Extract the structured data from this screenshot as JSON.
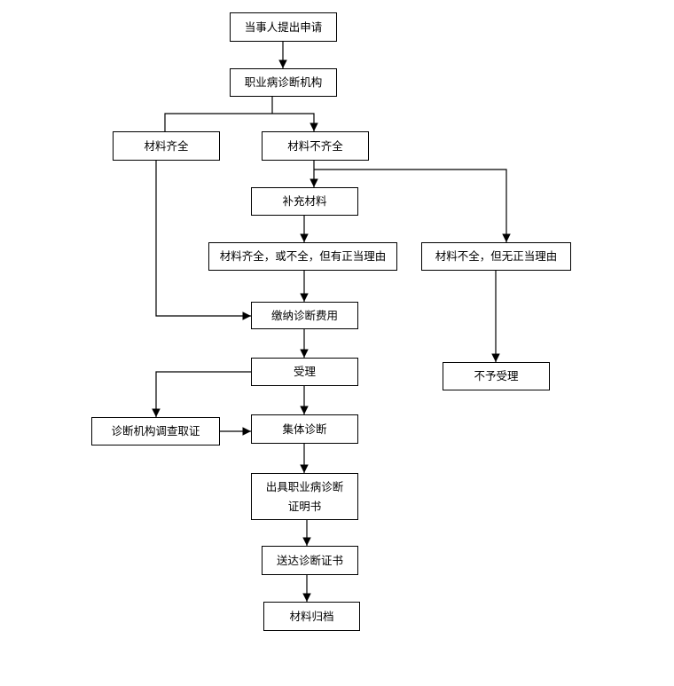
{
  "flowchart": {
    "nodes": {
      "apply": "当事人提出申请",
      "institution": "职业病诊断机构",
      "complete": "材料齐全",
      "incomplete": "材料不齐全",
      "supplement": "补充材料",
      "complete_or_reasonable": "材料齐全，或不全，但有正当理由",
      "no_reason": "材料不全，但无正当理由",
      "pay_fee": "缴纳诊断费用",
      "accept": "受理",
      "reject": "不予受理",
      "investigate": "诊断机构调查取证",
      "collective_diagnosis": "集体诊断",
      "issue_certificate": "出具职业病诊断\n证明书",
      "deliver_certificate": "送达诊断证书",
      "archive": "材料归档"
    }
  }
}
